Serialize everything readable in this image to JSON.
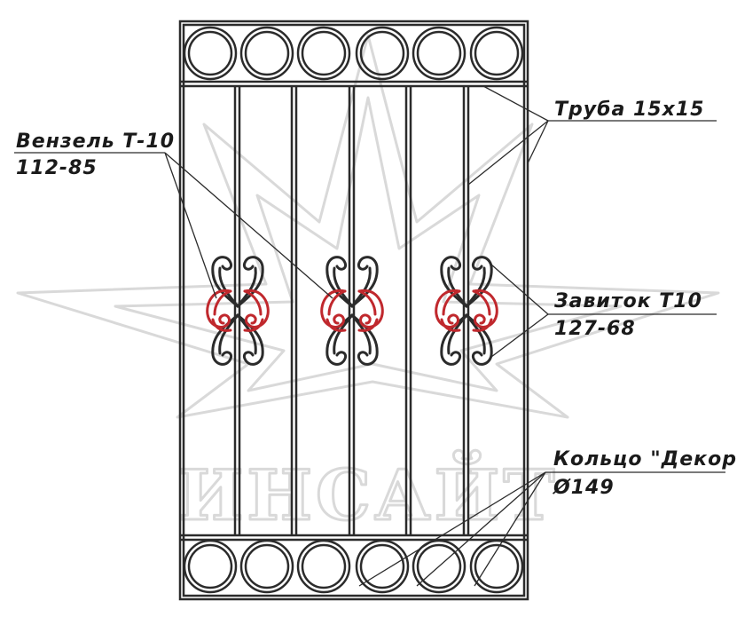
{
  "watermark": {
    "text": "ИНСАЙТ",
    "color": "#d9d9d9"
  },
  "colors": {
    "frame": "#2b2b2b",
    "highlight": "#c0282d",
    "leader": "#2b2b2b"
  },
  "callouts": {
    "monogram": {
      "line1": "Вензель Т-10",
      "line2": "112-85"
    },
    "tube": {
      "line1": "Труба 15х15"
    },
    "scroll": {
      "line1": "Завиток Т10",
      "line2": "127-68"
    },
    "ring": {
      "line1": "Кольцо \"Декор\"",
      "line2": "Ø149"
    }
  },
  "icons": {
    "scroll": "scroll-ornament-icon",
    "ring": "ring-icon"
  }
}
